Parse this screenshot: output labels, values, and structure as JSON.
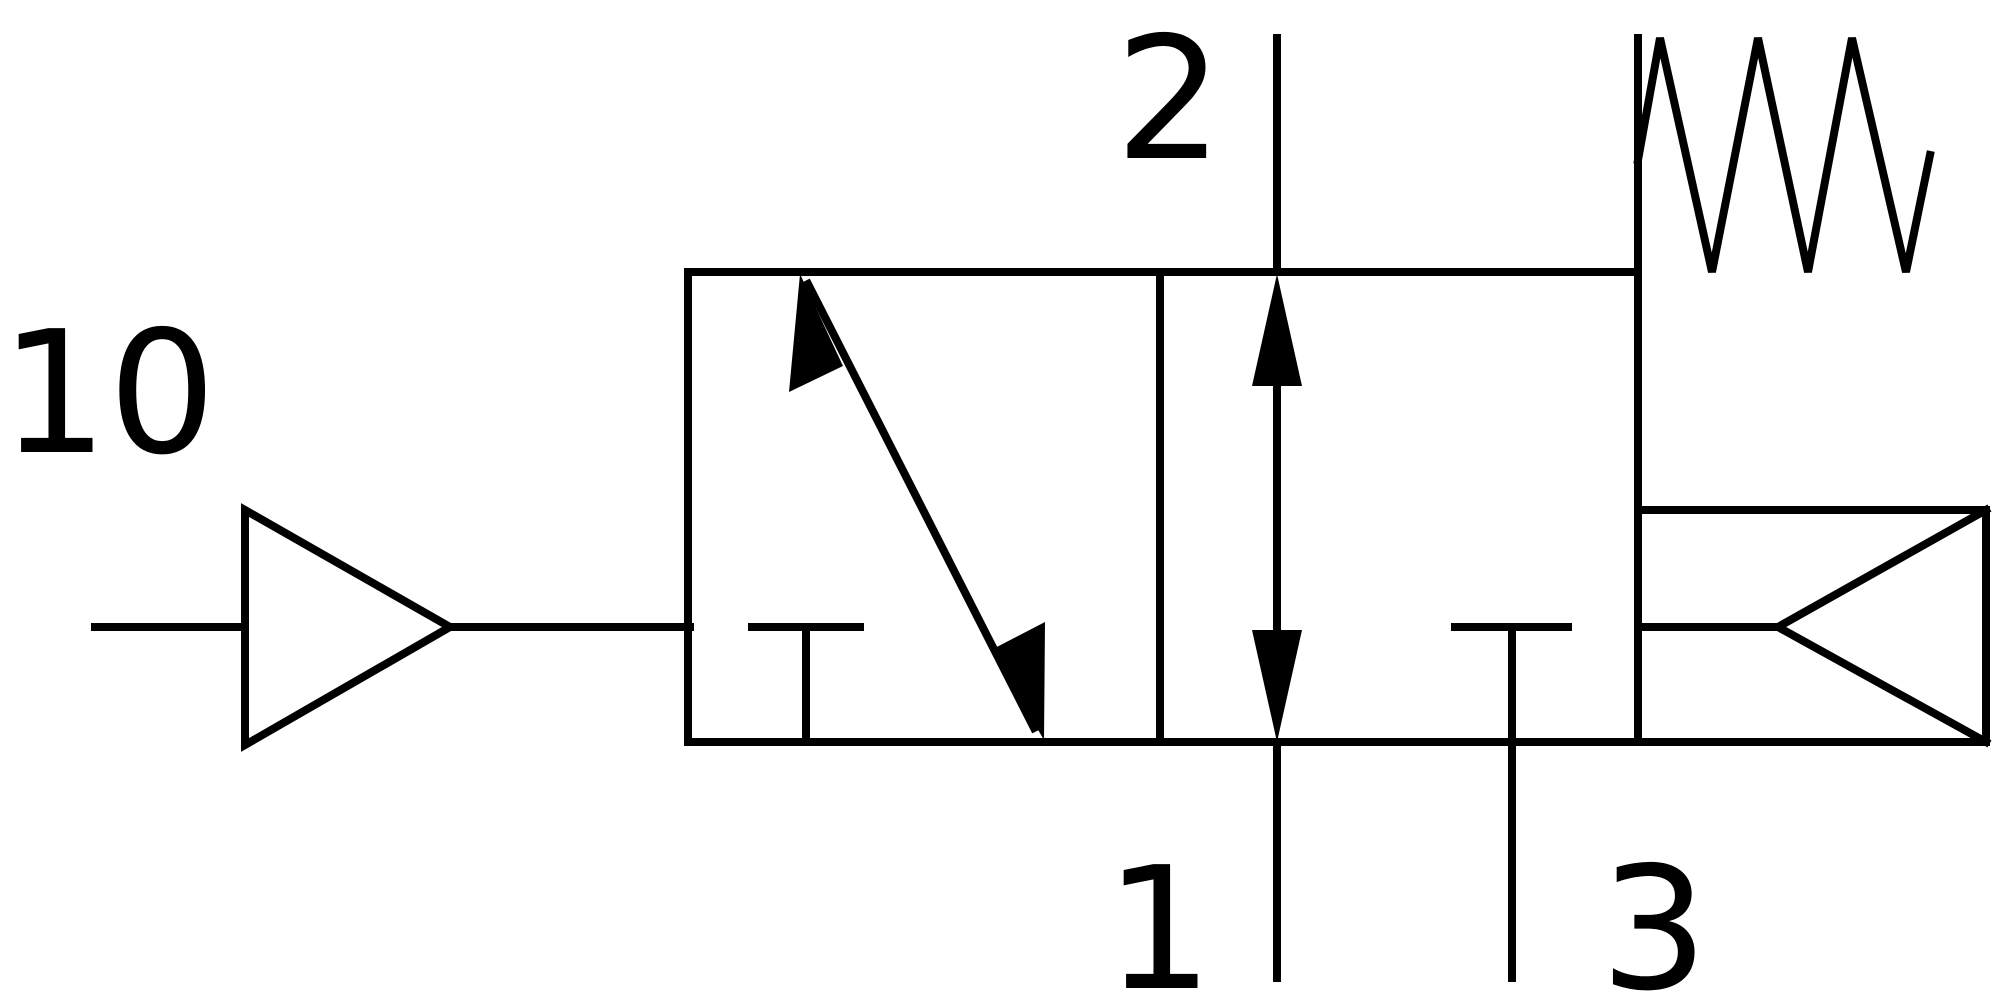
{
  "diagram": {
    "port_labels": {
      "pilot": "10",
      "outlet": "2",
      "inlet": "1",
      "exhaust": "3"
    },
    "stroke_color": "#000000",
    "background_color": "#ffffff"
  }
}
